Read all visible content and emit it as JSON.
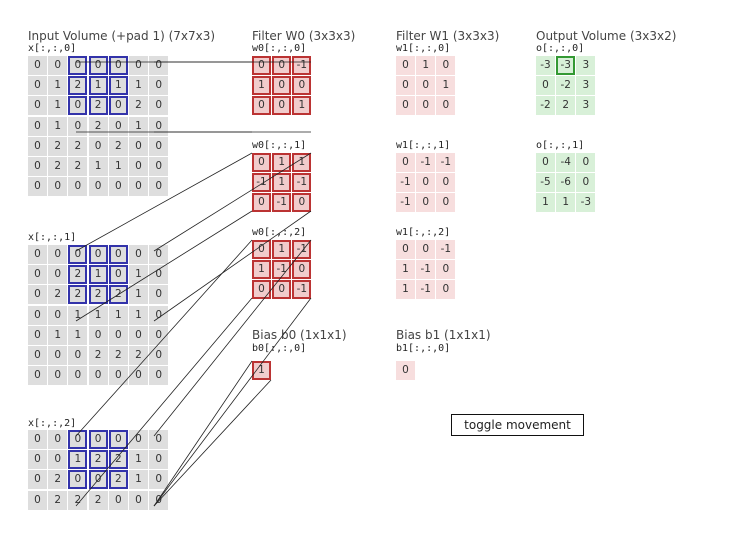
{
  "titles": {
    "input": "Input Volume (+pad 1) (7x7x3)",
    "w0": "Filter W0 (3x3x3)",
    "w1": "Filter W1 (3x3x3)",
    "output": "Output Volume (3x3x2)",
    "b0": "Bias b0 (1x1x1)",
    "b1": "Bias b1 (1x1x1)"
  },
  "input": {
    "labels": [
      "x[:,:,0]",
      "x[:,:,1]",
      "x[:,:,2]"
    ],
    "slices": [
      [
        [
          0,
          0,
          0,
          0,
          0,
          0,
          0
        ],
        [
          0,
          1,
          2,
          1,
          1,
          1,
          0
        ],
        [
          0,
          1,
          0,
          2,
          0,
          2,
          0
        ],
        [
          0,
          1,
          0,
          2,
          0,
          1,
          0
        ],
        [
          0,
          2,
          2,
          0,
          2,
          0,
          0
        ],
        [
          0,
          2,
          2,
          1,
          1,
          0,
          0
        ],
        [
          0,
          0,
          0,
          0,
          0,
          0,
          0
        ]
      ],
      [
        [
          0,
          0,
          0,
          0,
          0,
          0,
          0
        ],
        [
          0,
          0,
          2,
          1,
          0,
          1,
          0
        ],
        [
          0,
          2,
          2,
          2,
          2,
          1,
          0
        ],
        [
          0,
          0,
          1,
          1,
          1,
          1,
          0
        ],
        [
          0,
          1,
          1,
          0,
          0,
          0,
          0
        ],
        [
          0,
          0,
          0,
          2,
          2,
          2,
          0
        ],
        [
          0,
          0,
          0,
          0,
          0,
          0,
          0
        ]
      ],
      [
        [
          0,
          0,
          0,
          0,
          0,
          0,
          0
        ],
        [
          0,
          0,
          1,
          2,
          2,
          1,
          0
        ],
        [
          0,
          2,
          0,
          0,
          2,
          1,
          0
        ],
        [
          0,
          2,
          2,
          2,
          0,
          0,
          0
        ]
      ]
    ]
  },
  "w0": {
    "labels": [
      "w0[:,:,0]",
      "w0[:,:,1]",
      "w0[:,:,2]"
    ],
    "slices": [
      [
        [
          0,
          0,
          -1
        ],
        [
          1,
          0,
          0
        ],
        [
          0,
          0,
          1
        ]
      ],
      [
        [
          0,
          1,
          1
        ],
        [
          -1,
          1,
          -1
        ],
        [
          0,
          -1,
          0
        ]
      ],
      [
        [
          0,
          1,
          -1
        ],
        [
          1,
          -1,
          0
        ],
        [
          0,
          0,
          -1
        ]
      ]
    ]
  },
  "w1": {
    "labels": [
      "w1[:,:,0]",
      "w1[:,:,1]",
      "w1[:,:,2]"
    ],
    "slices": [
      [
        [
          0,
          1,
          0
        ],
        [
          0,
          0,
          1
        ],
        [
          0,
          0,
          0
        ]
      ],
      [
        [
          0,
          -1,
          -1
        ],
        [
          -1,
          0,
          0
        ],
        [
          -1,
          0,
          0
        ]
      ],
      [
        [
          0,
          0,
          -1
        ],
        [
          1,
          -1,
          0
        ],
        [
          1,
          -1,
          0
        ]
      ]
    ]
  },
  "output": {
    "labels": [
      "o[:,:,0]",
      "o[:,:,1]"
    ],
    "slices": [
      [
        [
          -3,
          -3,
          3
        ],
        [
          0,
          -2,
          3
        ],
        [
          -2,
          2,
          3
        ]
      ],
      [
        [
          0,
          -4,
          0
        ],
        [
          -5,
          -6,
          0
        ],
        [
          1,
          1,
          -3
        ]
      ]
    ]
  },
  "bias": {
    "b0_label": "b0[:,:,0]",
    "b0_value": 1,
    "b1_label": "b1[:,:,0]",
    "b1_value": 0
  },
  "toggle": {
    "label": "toggle movement"
  },
  "colors": {
    "input_cell": "#dedede",
    "input_highlight": "#3333aa",
    "w0_cell": "#f1cccc",
    "w0_highlight": "#bb3333",
    "w1_cell": "#f7dede",
    "output_cell": "#d8f0d8",
    "output_highlight": "#339933"
  }
}
